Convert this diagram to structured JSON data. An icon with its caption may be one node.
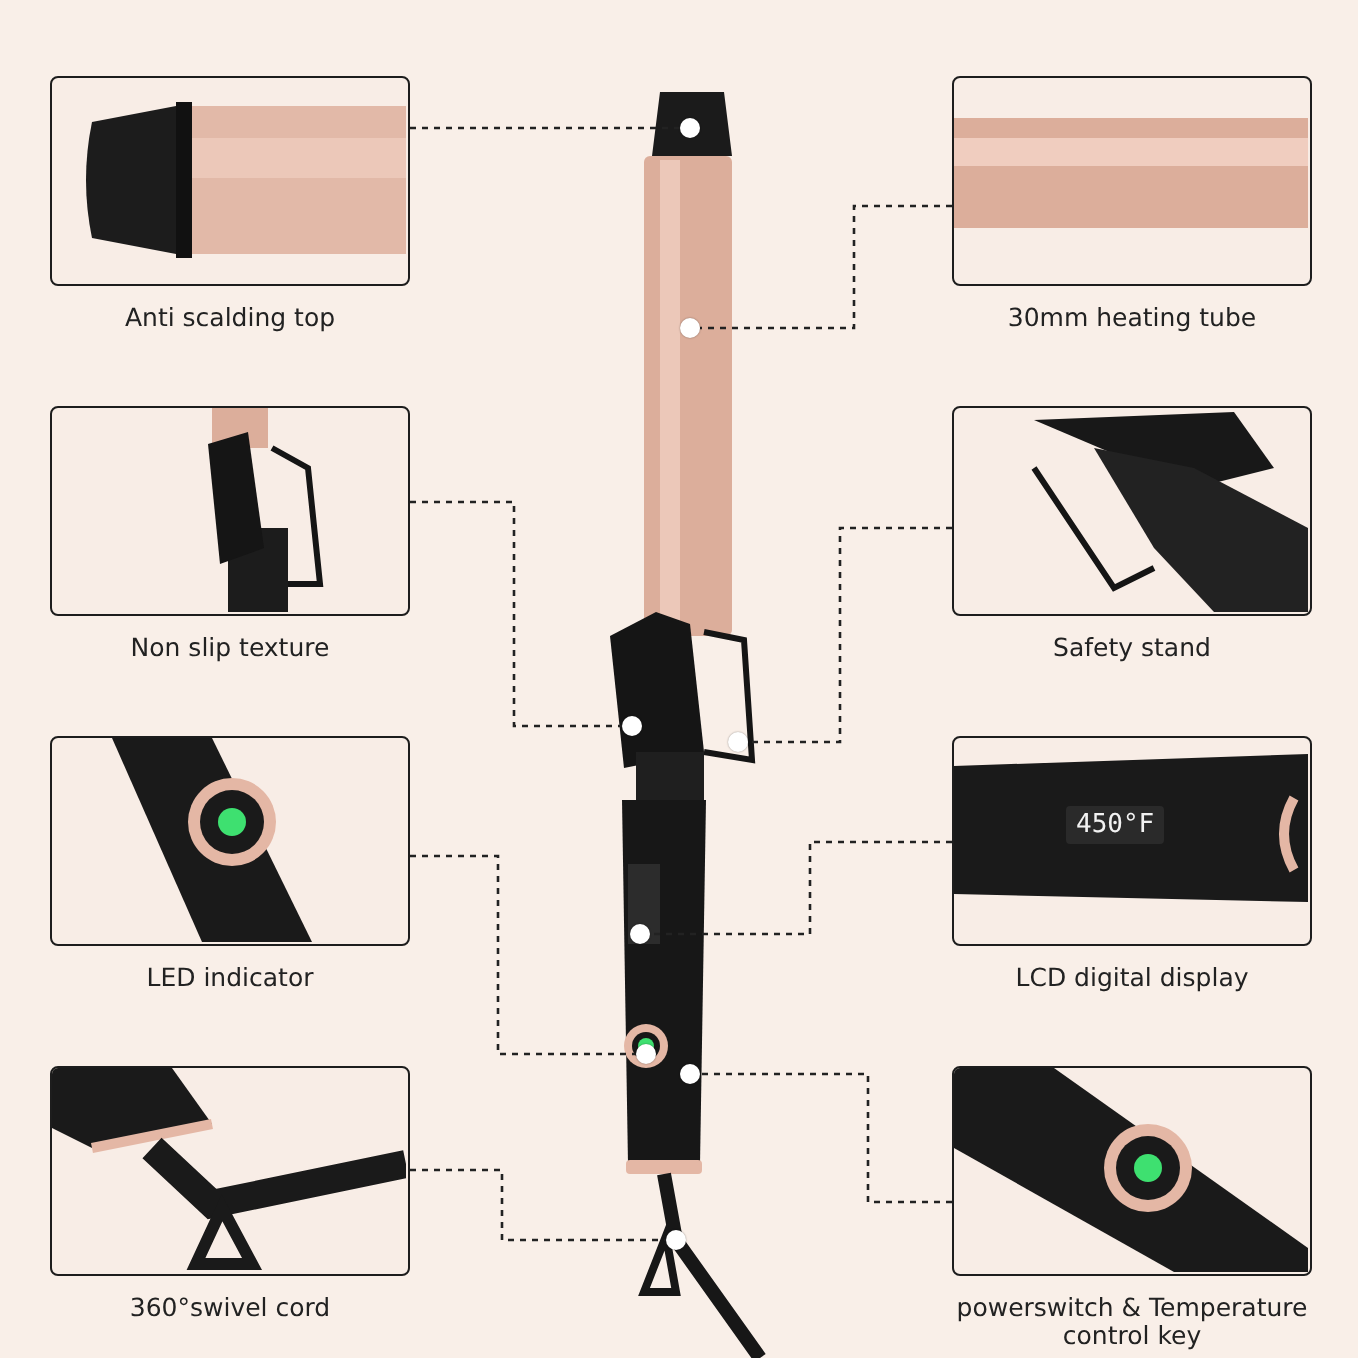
{
  "diagram": {
    "nodes": [
      {
        "text": [
          "Anti scalding top"
        ]
      },
      {
        "text": [
          "30mm heating tube"
        ]
      },
      {
        "text": [
          "Non slip texture"
        ]
      },
      {
        "text": [
          "Safety stand"
        ]
      },
      {
        "text": [
          "LED indicator"
        ]
      },
      {
        "text": [
          "LCD digital display"
        ]
      },
      {
        "text": [
          "360°swivel cord"
        ]
      },
      {
        "text": [
          "powerswitch & Temperature control key"
        ]
      },
      {
        "text": [],
        "shape": "circle"
      },
      {
        "text": [],
        "shape": "circle"
      },
      {
        "text": [],
        "shape": "circle"
      },
      {
        "text": [],
        "shape": "circle"
      },
      {
        "text": [],
        "shape": "circle"
      },
      {
        "text": [],
        "shape": "circle"
      },
      {
        "text": [],
        "shape": "circle"
      },
      {
        "text": [],
        "shape": "circle"
      }
    ],
    "edges": [
      {
        "from": 0,
        "to": 8,
        "arrow": "none",
        "style": "dashed"
      },
      {
        "from": 1,
        "to": 9,
        "arrow": "none",
        "style": "dashed"
      },
      {
        "from": 2,
        "to": 10,
        "arrow": "none",
        "style": "dashed"
      },
      {
        "from": 3,
        "to": 11,
        "arrow": "none",
        "style": "dashed"
      },
      {
        "from": 4,
        "to": 12,
        "arrow": "none",
        "style": "dashed"
      },
      {
        "from": 5,
        "to": 13,
        "arrow": "none",
        "style": "dashed"
      },
      {
        "from": 6,
        "to": 14,
        "arrow": "none",
        "style": "dashed"
      },
      {
        "from": 7,
        "to": 15,
        "arrow": "none",
        "style": "dashed"
      }
    ],
    "labels": [
      "450°F"
    ]
  }
}
